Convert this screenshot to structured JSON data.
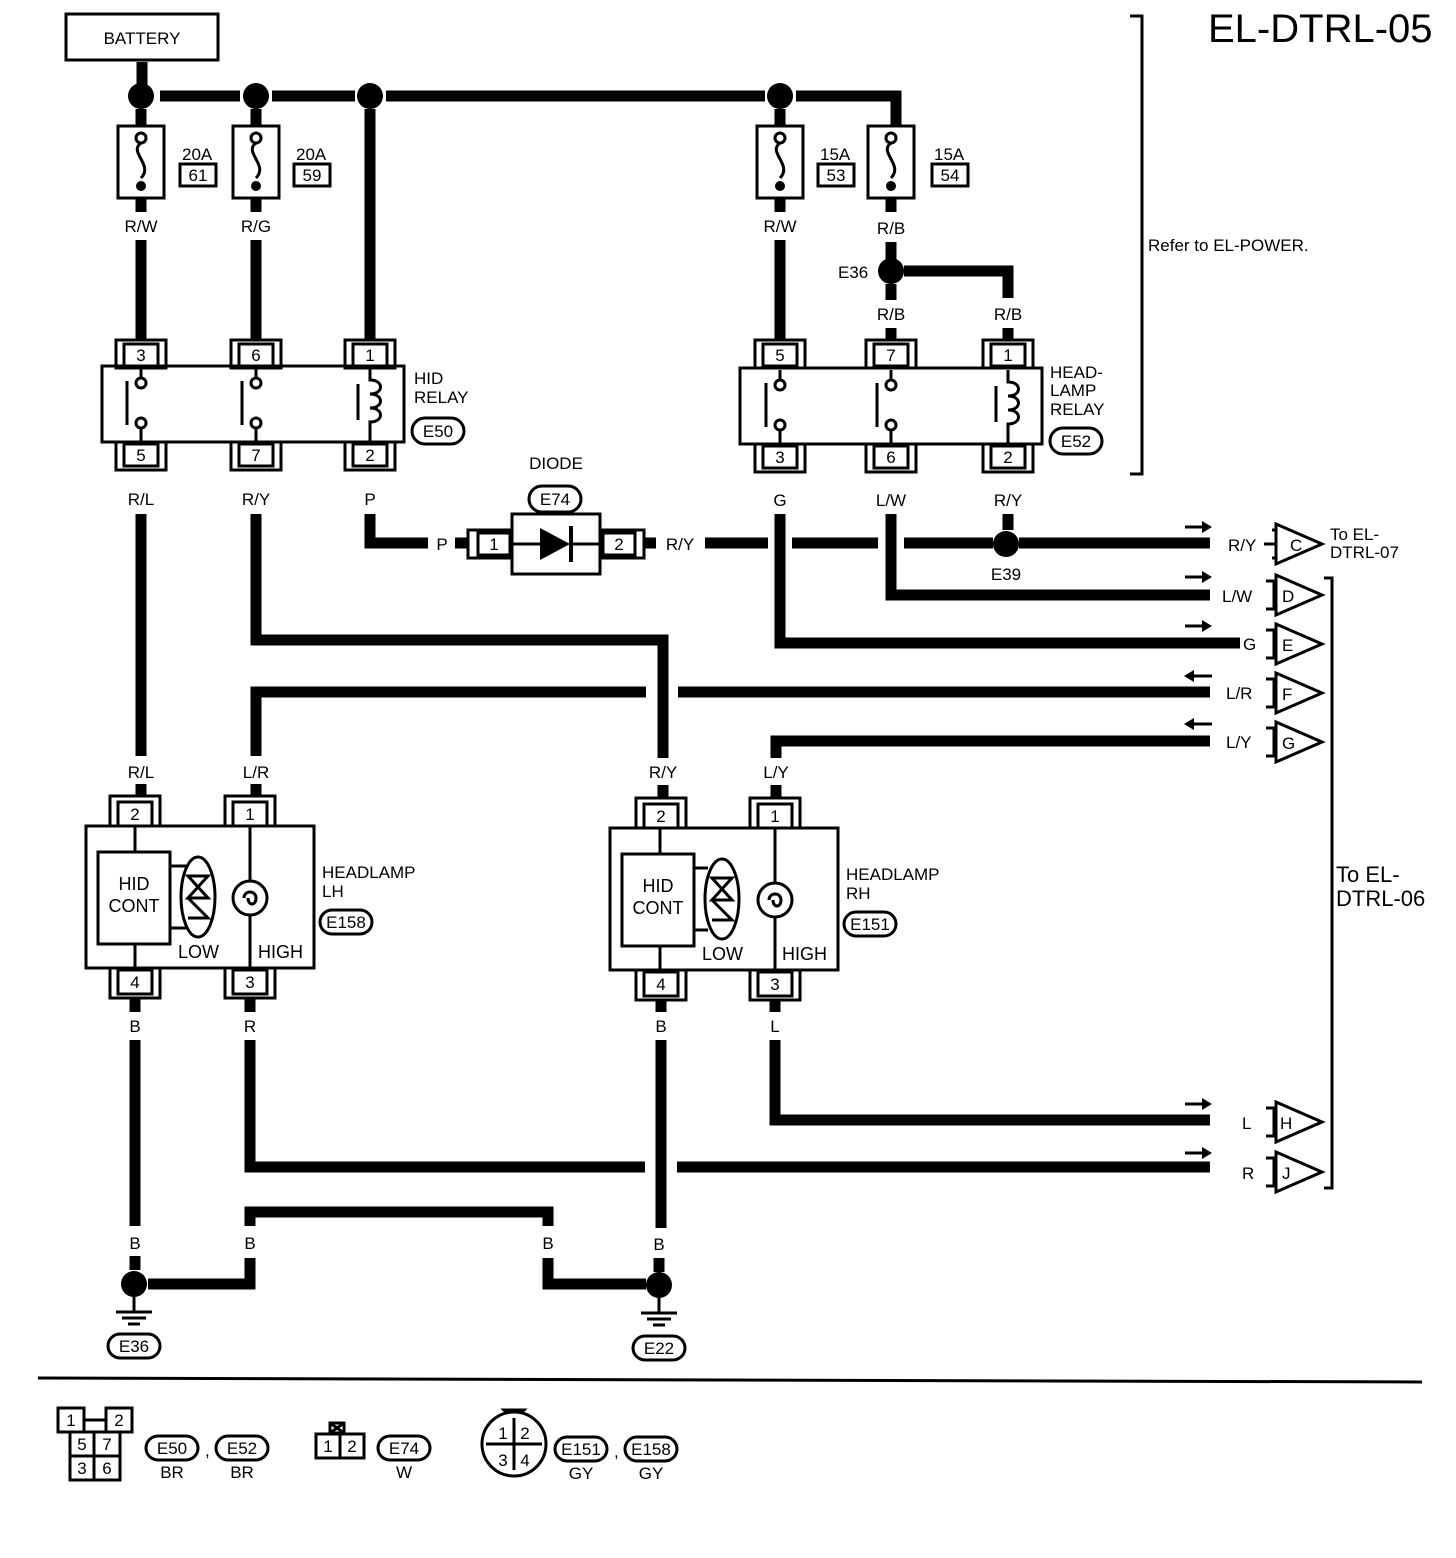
{
  "title": "EL-DTRL-05",
  "battery_label": "BATTERY",
  "refer_text": "Refer to EL-POWER.",
  "fuses": [
    {
      "amp": "20A",
      "num": "61"
    },
    {
      "amp": "20A",
      "num": "59"
    },
    {
      "amp": "15A",
      "num": "53"
    },
    {
      "amp": "15A",
      "num": "54"
    }
  ],
  "wires": {
    "rw": "R/W",
    "rg": "R/G",
    "rb": "R/B",
    "rl": "R/L",
    "ry": "R/Y",
    "p": "P",
    "g": "G",
    "lw": "L/W",
    "lr": "L/R",
    "ly": "L/Y",
    "b": "B",
    "r": "R",
    "l": "L"
  },
  "hid_relay": {
    "name_line1": "HID",
    "name_line2": "RELAY",
    "code": "E50",
    "pins_top": [
      "3",
      "6",
      "1"
    ],
    "pins_bottom": [
      "5",
      "7",
      "2"
    ]
  },
  "headlamp_relay": {
    "name_line1": "HEAD-",
    "name_line2": "LAMP",
    "name_line3": "RELAY",
    "code": "E52",
    "pins_top": [
      "5",
      "7",
      "1"
    ],
    "pins_bottom": [
      "3",
      "6",
      "2"
    ]
  },
  "diode": {
    "name": "DIODE",
    "code": "E74",
    "pin1": "1",
    "pin2": "2"
  },
  "junctions": {
    "e36": "E36",
    "e39": "E39"
  },
  "headlamp_lh": {
    "name_line1": "HEADLAMP",
    "name_line2": "LH",
    "code": "E158",
    "pins_top": [
      "2",
      "1"
    ],
    "pins_bottom": [
      "4",
      "3"
    ],
    "cont1": "HID",
    "cont2": "CONT",
    "low": "LOW",
    "high": "HIGH"
  },
  "headlamp_rh": {
    "name_line1": "HEADLAMP",
    "name_line2": "RH",
    "code": "E151",
    "pins_top": [
      "2",
      "1"
    ],
    "pins_bottom": [
      "4",
      "3"
    ],
    "cont1": "HID",
    "cont2": "CONT",
    "low": "LOW",
    "high": "HIGH"
  },
  "connectors_out": [
    "C",
    "D",
    "E",
    "F",
    "G",
    "H",
    "J"
  ],
  "dest_07_line1": "To EL-",
  "dest_07_line2": "DTRL-07",
  "dest_06_line1": "To EL-",
  "dest_06_line2": "DTRL-06",
  "grounds": [
    "E36",
    "E22"
  ],
  "legend": {
    "relay_pins": [
      "1",
      "2",
      "5",
      "7",
      "3",
      "6"
    ],
    "relay_codes": [
      "E50",
      "E52"
    ],
    "relay_colors": [
      "BR",
      "BR"
    ],
    "diode_pins": [
      "1",
      "2"
    ],
    "diode_code": "E74",
    "diode_color": "W",
    "lamp_pins": [
      "1",
      "2",
      "3",
      "4"
    ],
    "lamp_codes": [
      "E151",
      "E158"
    ],
    "lamp_colors": [
      "GY",
      "GY"
    ],
    "comma": ","
  }
}
